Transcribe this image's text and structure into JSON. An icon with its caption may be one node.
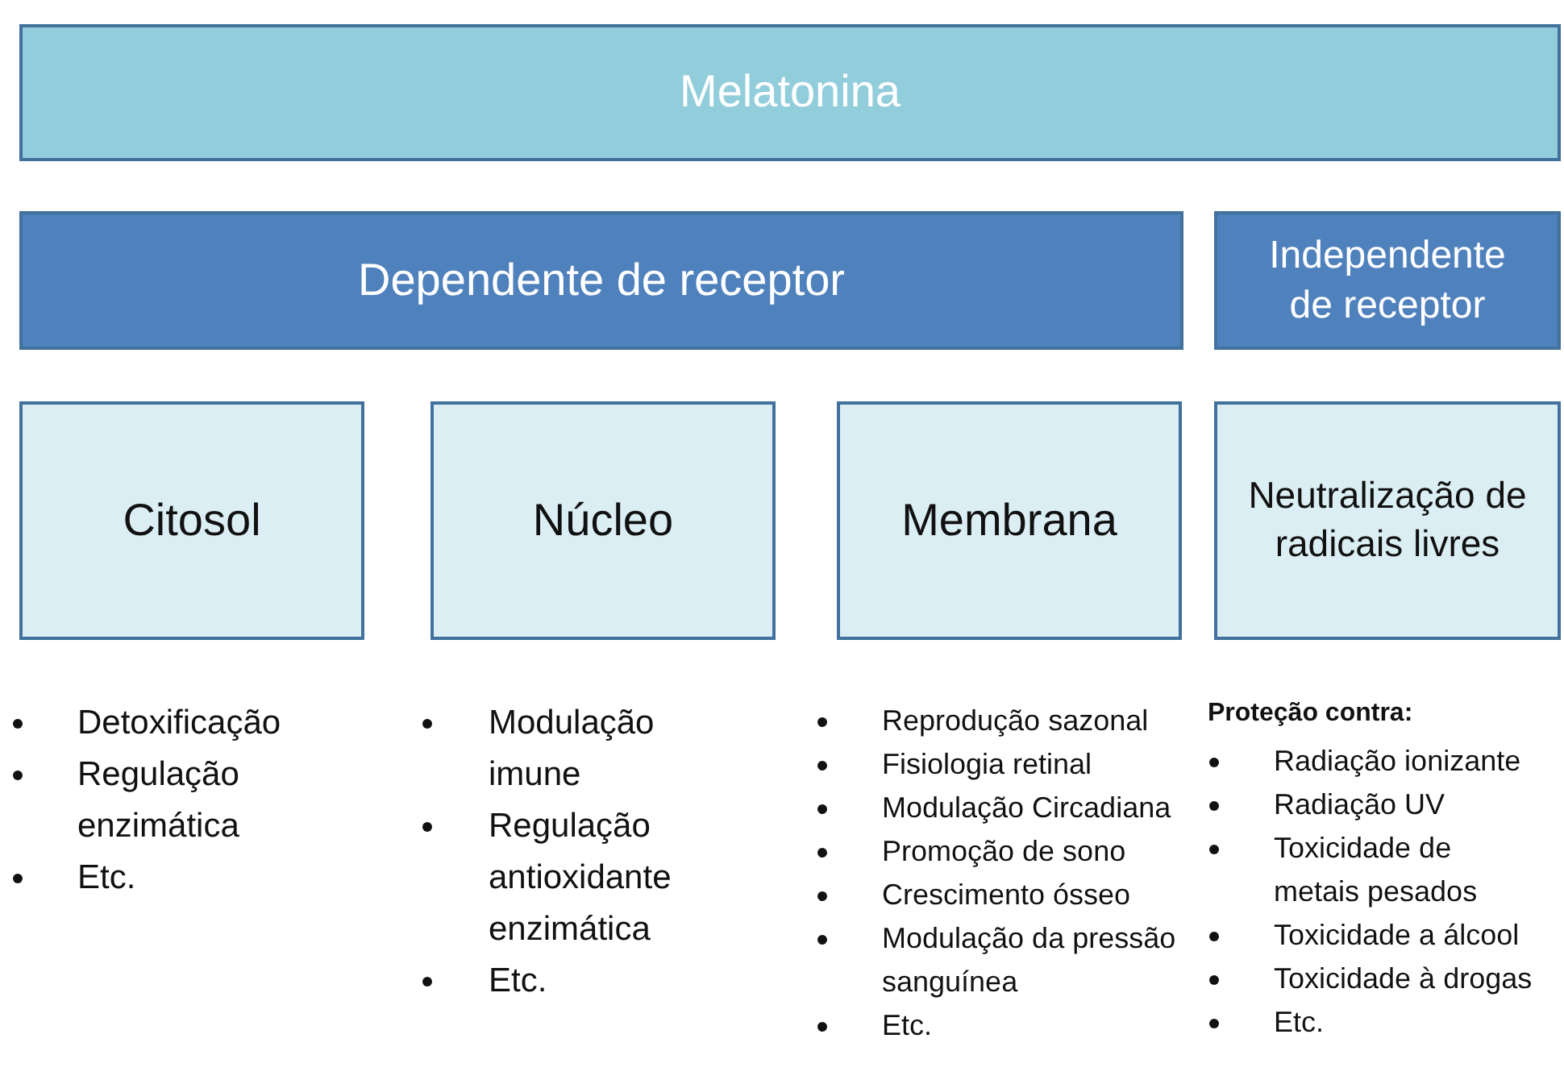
{
  "diagram": {
    "nodes": [
      {
        "text": [
          "Melatonina"
        ]
      },
      {
        "text": [
          "Dependente de receptor"
        ]
      },
      {
        "text": [
          "Independente de receptor"
        ]
      },
      {
        "text": [
          "Citosol"
        ],
        "beside": [
          "Detoxificação",
          "Regulação enzimática",
          "Etc."
        ]
      },
      {
        "text": [
          "Núcleo"
        ],
        "beside": [
          "Modulação imune",
          "Regulação antioxidante enzimática",
          "Etc."
        ]
      },
      {
        "text": [
          "Membrana"
        ],
        "beside": [
          "Reprodução sazonal",
          "Fisiologia retinal",
          "Modulação Circadiana",
          "Promoção de sono",
          "Crescimento ósseo",
          "Modulação da pressão sanguínea",
          "Etc."
        ]
      },
      {
        "text": [
          "Neutralização de radicais livres"
        ],
        "beside": [
          "Radiação ionizante",
          "Radiação UV",
          "Toxicidade de metais pesados",
          "Toxicidade a álcool",
          "Toxicidade à drogas",
          "Etc."
        ]
      }
    ],
    "labels": [
      "Proteção contra:"
    ]
  }
}
